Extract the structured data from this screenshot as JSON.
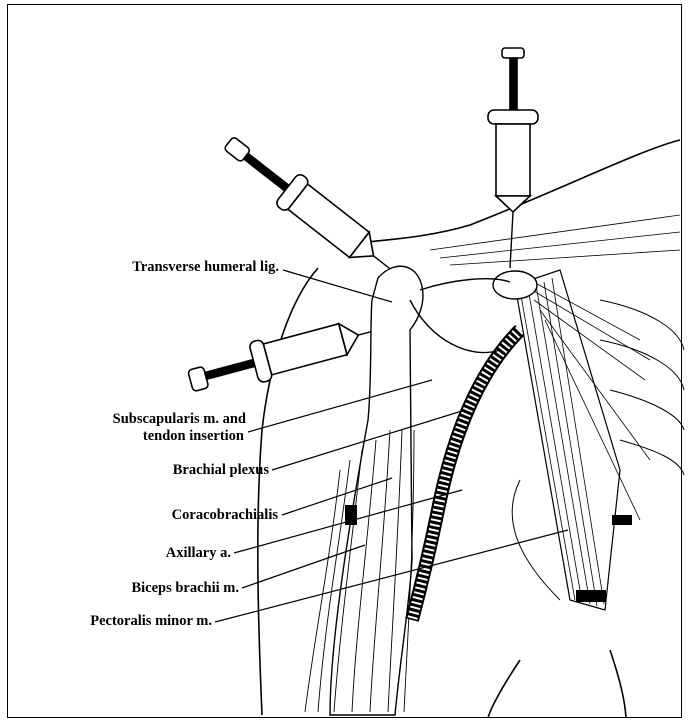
{
  "labels": {
    "transverse_humeral": "Transverse humeral lig.",
    "subscapularis_line1": "Subscapularis m. and",
    "subscapularis_line2": "tendon insertion",
    "brachial_plexus": "Brachial plexus",
    "coracobrachialis": "Coracobrachialis",
    "axillary": "Axillary a.",
    "biceps": "Biceps brachii m.",
    "pectoralis_minor": "Pectoralis minor m."
  },
  "colors": {
    "ink": "#000000",
    "paper": "#ffffff"
  },
  "illustration": "anatomical-line-drawing-shoulder-injection"
}
